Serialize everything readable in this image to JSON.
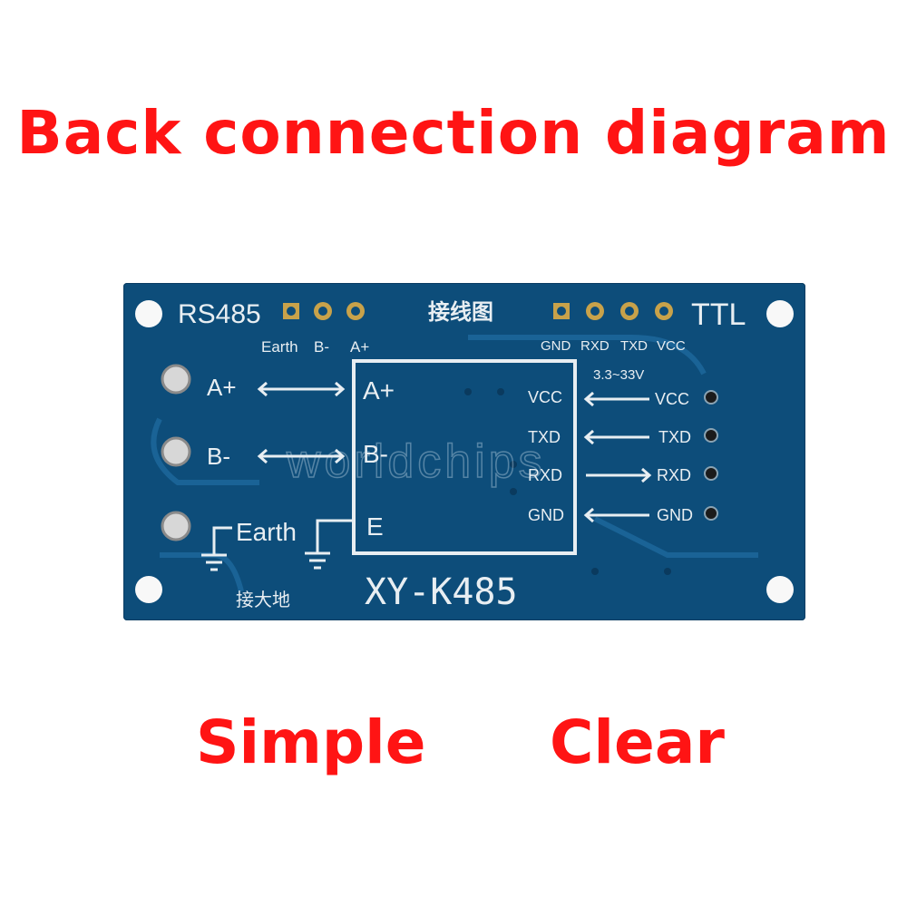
{
  "headline": "Back connection diagram",
  "taglines": [
    "Simple",
    "Clear"
  ],
  "board": {
    "model": "XY-K485",
    "header_rs485": "RS485",
    "header_ttl": "TTL",
    "diagram_cn": "接线图",
    "rs485_pins": [
      "Earth",
      "B-",
      "A+"
    ],
    "ttl_pins": [
      "GND",
      "RXD",
      "TXD",
      "VCC"
    ],
    "voltage": "3.3~33V",
    "terminals_left": [
      "A+",
      "B-",
      "Earth"
    ],
    "box_left": [
      "A+",
      "B-",
      "E"
    ],
    "box_right": [
      "VCC",
      "TXD",
      "RXD",
      "GND"
    ],
    "pins_right": [
      "VCC",
      "TXD",
      "RXD",
      "GND"
    ],
    "ground_cn": "接大地",
    "watermark": "worldchips"
  }
}
